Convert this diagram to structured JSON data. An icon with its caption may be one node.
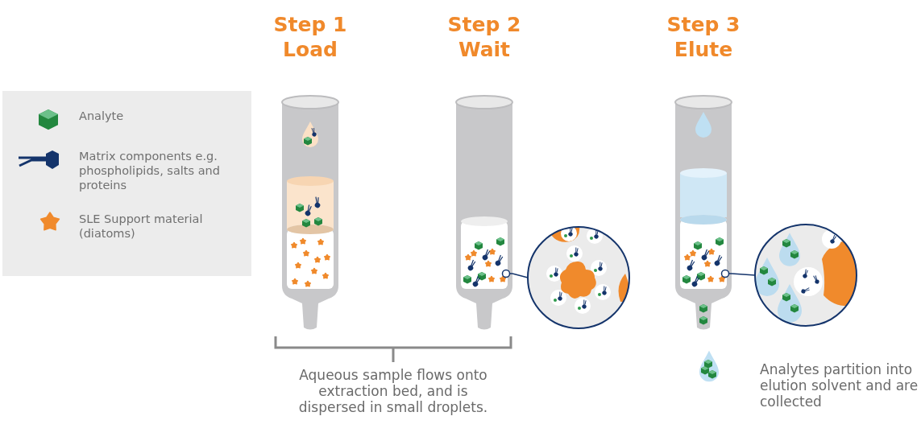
{
  "diagram": {
    "nodes": [
      {
        "text": [
          "Step 1 Load"
        ]
      },
      {
        "text": [
          "Step 2 Wait"
        ]
      },
      {
        "text": [
          "Step 3 Elute"
        ]
      },
      {
        "text": [],
        "shape": "circle"
      },
      {
        "text": [],
        "shape": "circle"
      }
    ],
    "edges": [
      {
        "from": 1,
        "to": 3,
        "arrow": "none"
      },
      {
        "from": 2,
        "to": 4,
        "arrow": "none"
      }
    ],
    "labels": [
      "Aqueous sample flows onto extraction bed, and is dispersed in small droplets.",
      "Analytes partition into elution solvent and are collected"
    ],
    "legend": [
      {
        "text": "Analyte"
      },
      {
        "text": "Matrix components e.g. phospholipids, salts and proteins"
      },
      {
        "text": "SLE Support material (diatoms)"
      }
    ]
  }
}
